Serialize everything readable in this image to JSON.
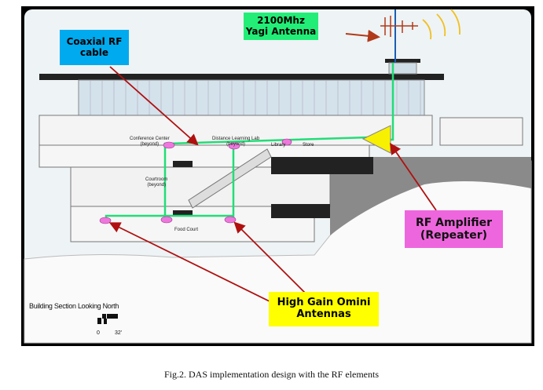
{
  "labels": {
    "yagi": "2100Mhz\nYagi Antenna",
    "coax": "Coaxial RF\ncable",
    "amp": "RF Amplifier\n(Repeater)",
    "omni": "High Gain Omini\nAntennas"
  },
  "rooms": {
    "conference": "Conference Center\n(beyond)",
    "distance": "Distance Learning Lab\n(beyond)",
    "library": "Library",
    "store": "Store",
    "courtroom": "Courtroom\n(beyond)",
    "food": "Food Court"
  },
  "section_title": "Building Section Looking North",
  "scale": {
    "zero": "0",
    "max": "32'"
  },
  "caption": "Fig.2. DAS implementation design with the RF elements",
  "colors": {
    "yagi_box": "#22ee77",
    "coax_box": "#00aaee",
    "amp_box": "#ee66dd",
    "omni_box": "#ffff00",
    "cable": "#22dd77",
    "arrow": "#b01010",
    "antenna_dot": "#ee77dd"
  }
}
